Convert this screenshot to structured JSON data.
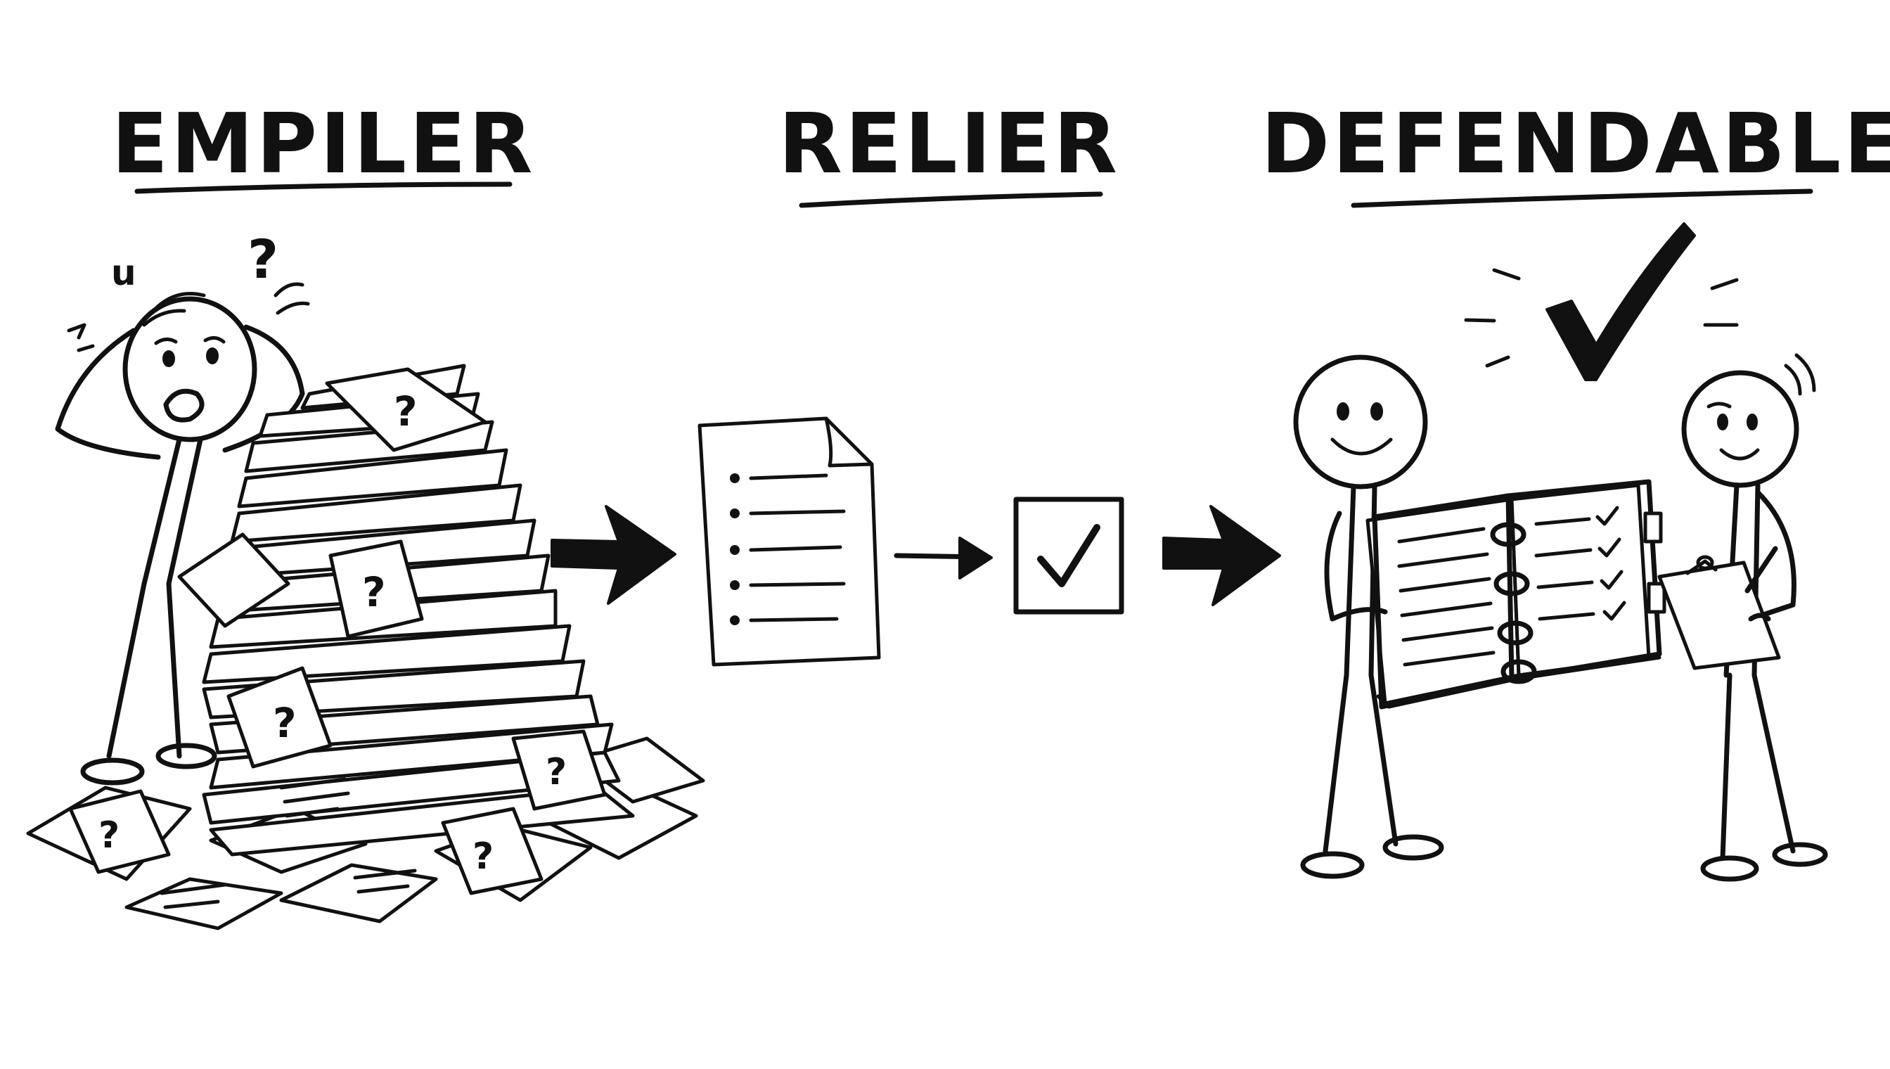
{
  "stages": [
    {
      "id": "empiler",
      "label": "EMPILER"
    },
    {
      "id": "relier",
      "label": "RELIER"
    },
    {
      "id": "defendable",
      "label": "DEFENDABLE"
    }
  ],
  "icons": {
    "confused_person": "confused-person-icon",
    "paper_pile": "paper-pile-icon",
    "document": "document-list-icon",
    "checkbox": "checked-box-icon",
    "binder": "open-binder-icon",
    "clipboard": "clipboard-icon",
    "approval": "checkmark-icon",
    "arrow": "right-arrow-icon"
  },
  "glyphs": {
    "question": "?",
    "scribble": "u"
  },
  "colors": {
    "ink": "#111111",
    "paper": "#ffffff"
  }
}
